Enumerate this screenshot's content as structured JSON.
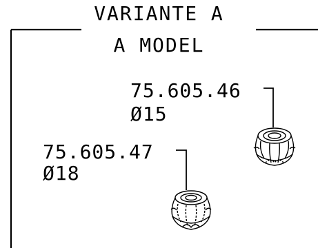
{
  "header": {
    "title": "VARIANTE A",
    "subtitle": "A MODEL"
  },
  "parts": [
    {
      "code": "75.605.46",
      "diameter": "Ø15"
    },
    {
      "code": "75.605.47",
      "diameter": "Ø18"
    }
  ],
  "colors": {
    "ink": "#000000",
    "background": "#ffffff"
  }
}
